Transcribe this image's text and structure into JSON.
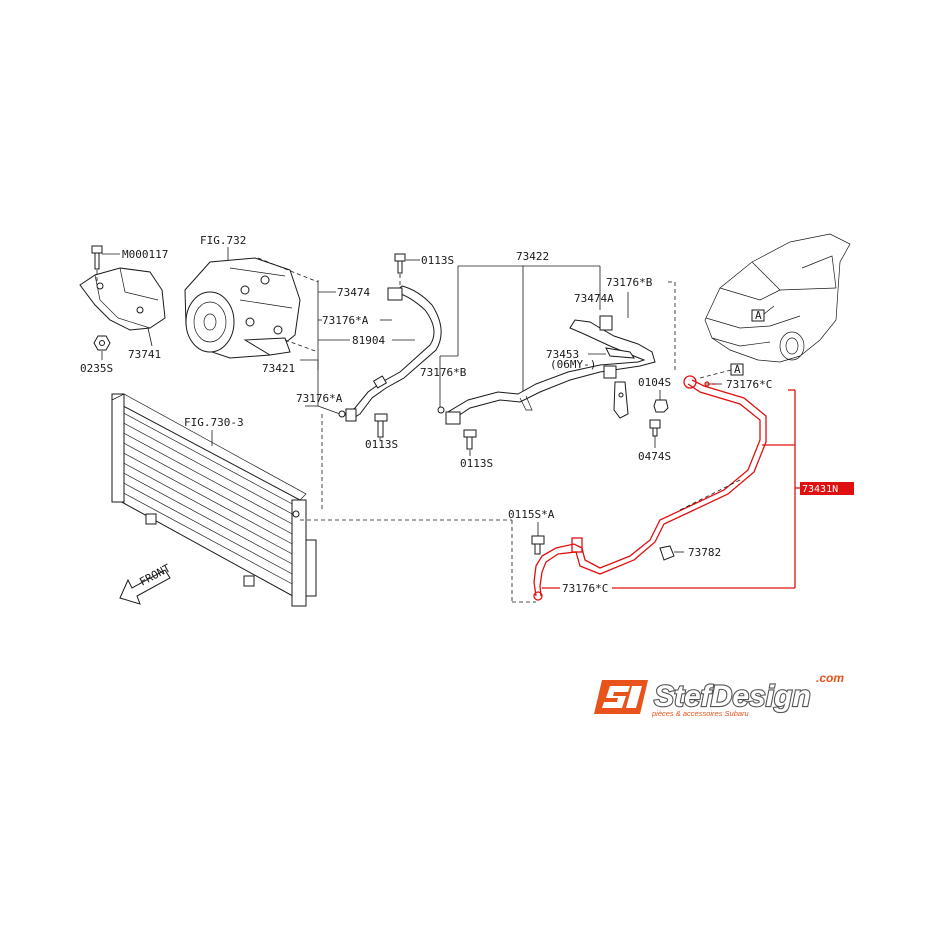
{
  "labels": {
    "fig732": "FIG.732",
    "m000117": "M000117",
    "p73741": "73741",
    "p0235s": "0235S",
    "p0113s_top": "0113S",
    "p73474": "73474",
    "p73176a_top": "73176*A",
    "p81904": "81904",
    "p73421": "73421",
    "p73176a_left": "73176*A",
    "p0113s_left": "0113S",
    "p73422": "73422",
    "p73176b_top": "73176*B",
    "p73474a": "73474A",
    "p73453": "73453",
    "p06my": "(06MY-)",
    "p73176b_mid": "73176*B",
    "p0113s_mid": "0113S",
    "p0104s": "0104S",
    "p0474s": "0474S",
    "p73176c_top": "73176*C",
    "fig730_3": "FIG.730-3",
    "p0115s_a": "0115S*A",
    "p73782": "73782",
    "p73176c_bottom": "73176*C",
    "front": "FRONT",
    "ref_a_car": "A",
    "ref_a_pipe": "A"
  },
  "highlight": {
    "part_number": "73431N",
    "color": "#e01010"
  },
  "logo": {
    "brand": "StefDesign",
    "suffix": ".com",
    "tagline": "pièces & accessoires Subaru",
    "primary_color": "#e8521b",
    "icon": "sd-logo-icon"
  }
}
